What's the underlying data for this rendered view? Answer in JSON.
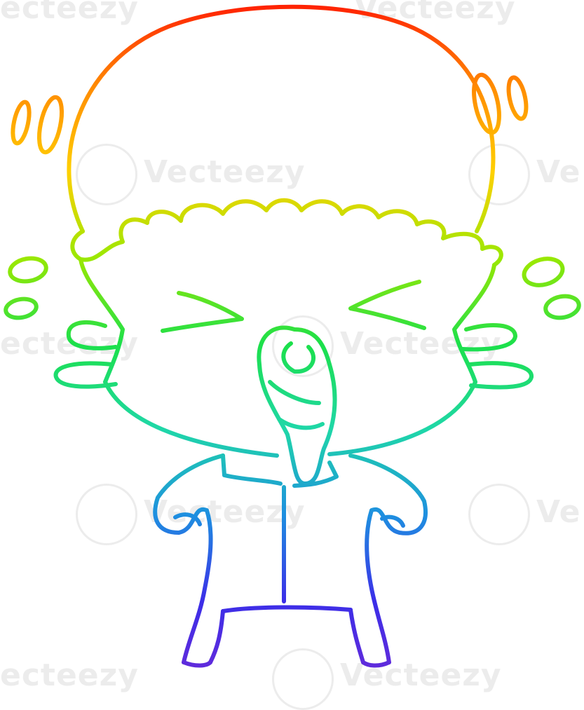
{
  "watermark": {
    "text": "Vecteezy",
    "cut_text_left": "ecteezy",
    "cut_text_right": "Ve"
  },
  "illustration": {
    "gradient_stops": [
      "#ff1a00",
      "#ff8a00",
      "#ffd000",
      "#9be800",
      "#1ce04a",
      "#1fd7a8",
      "#1e8fe0",
      "#3b2ee8",
      "#6a2ad8"
    ],
    "stroke_width": 6
  }
}
